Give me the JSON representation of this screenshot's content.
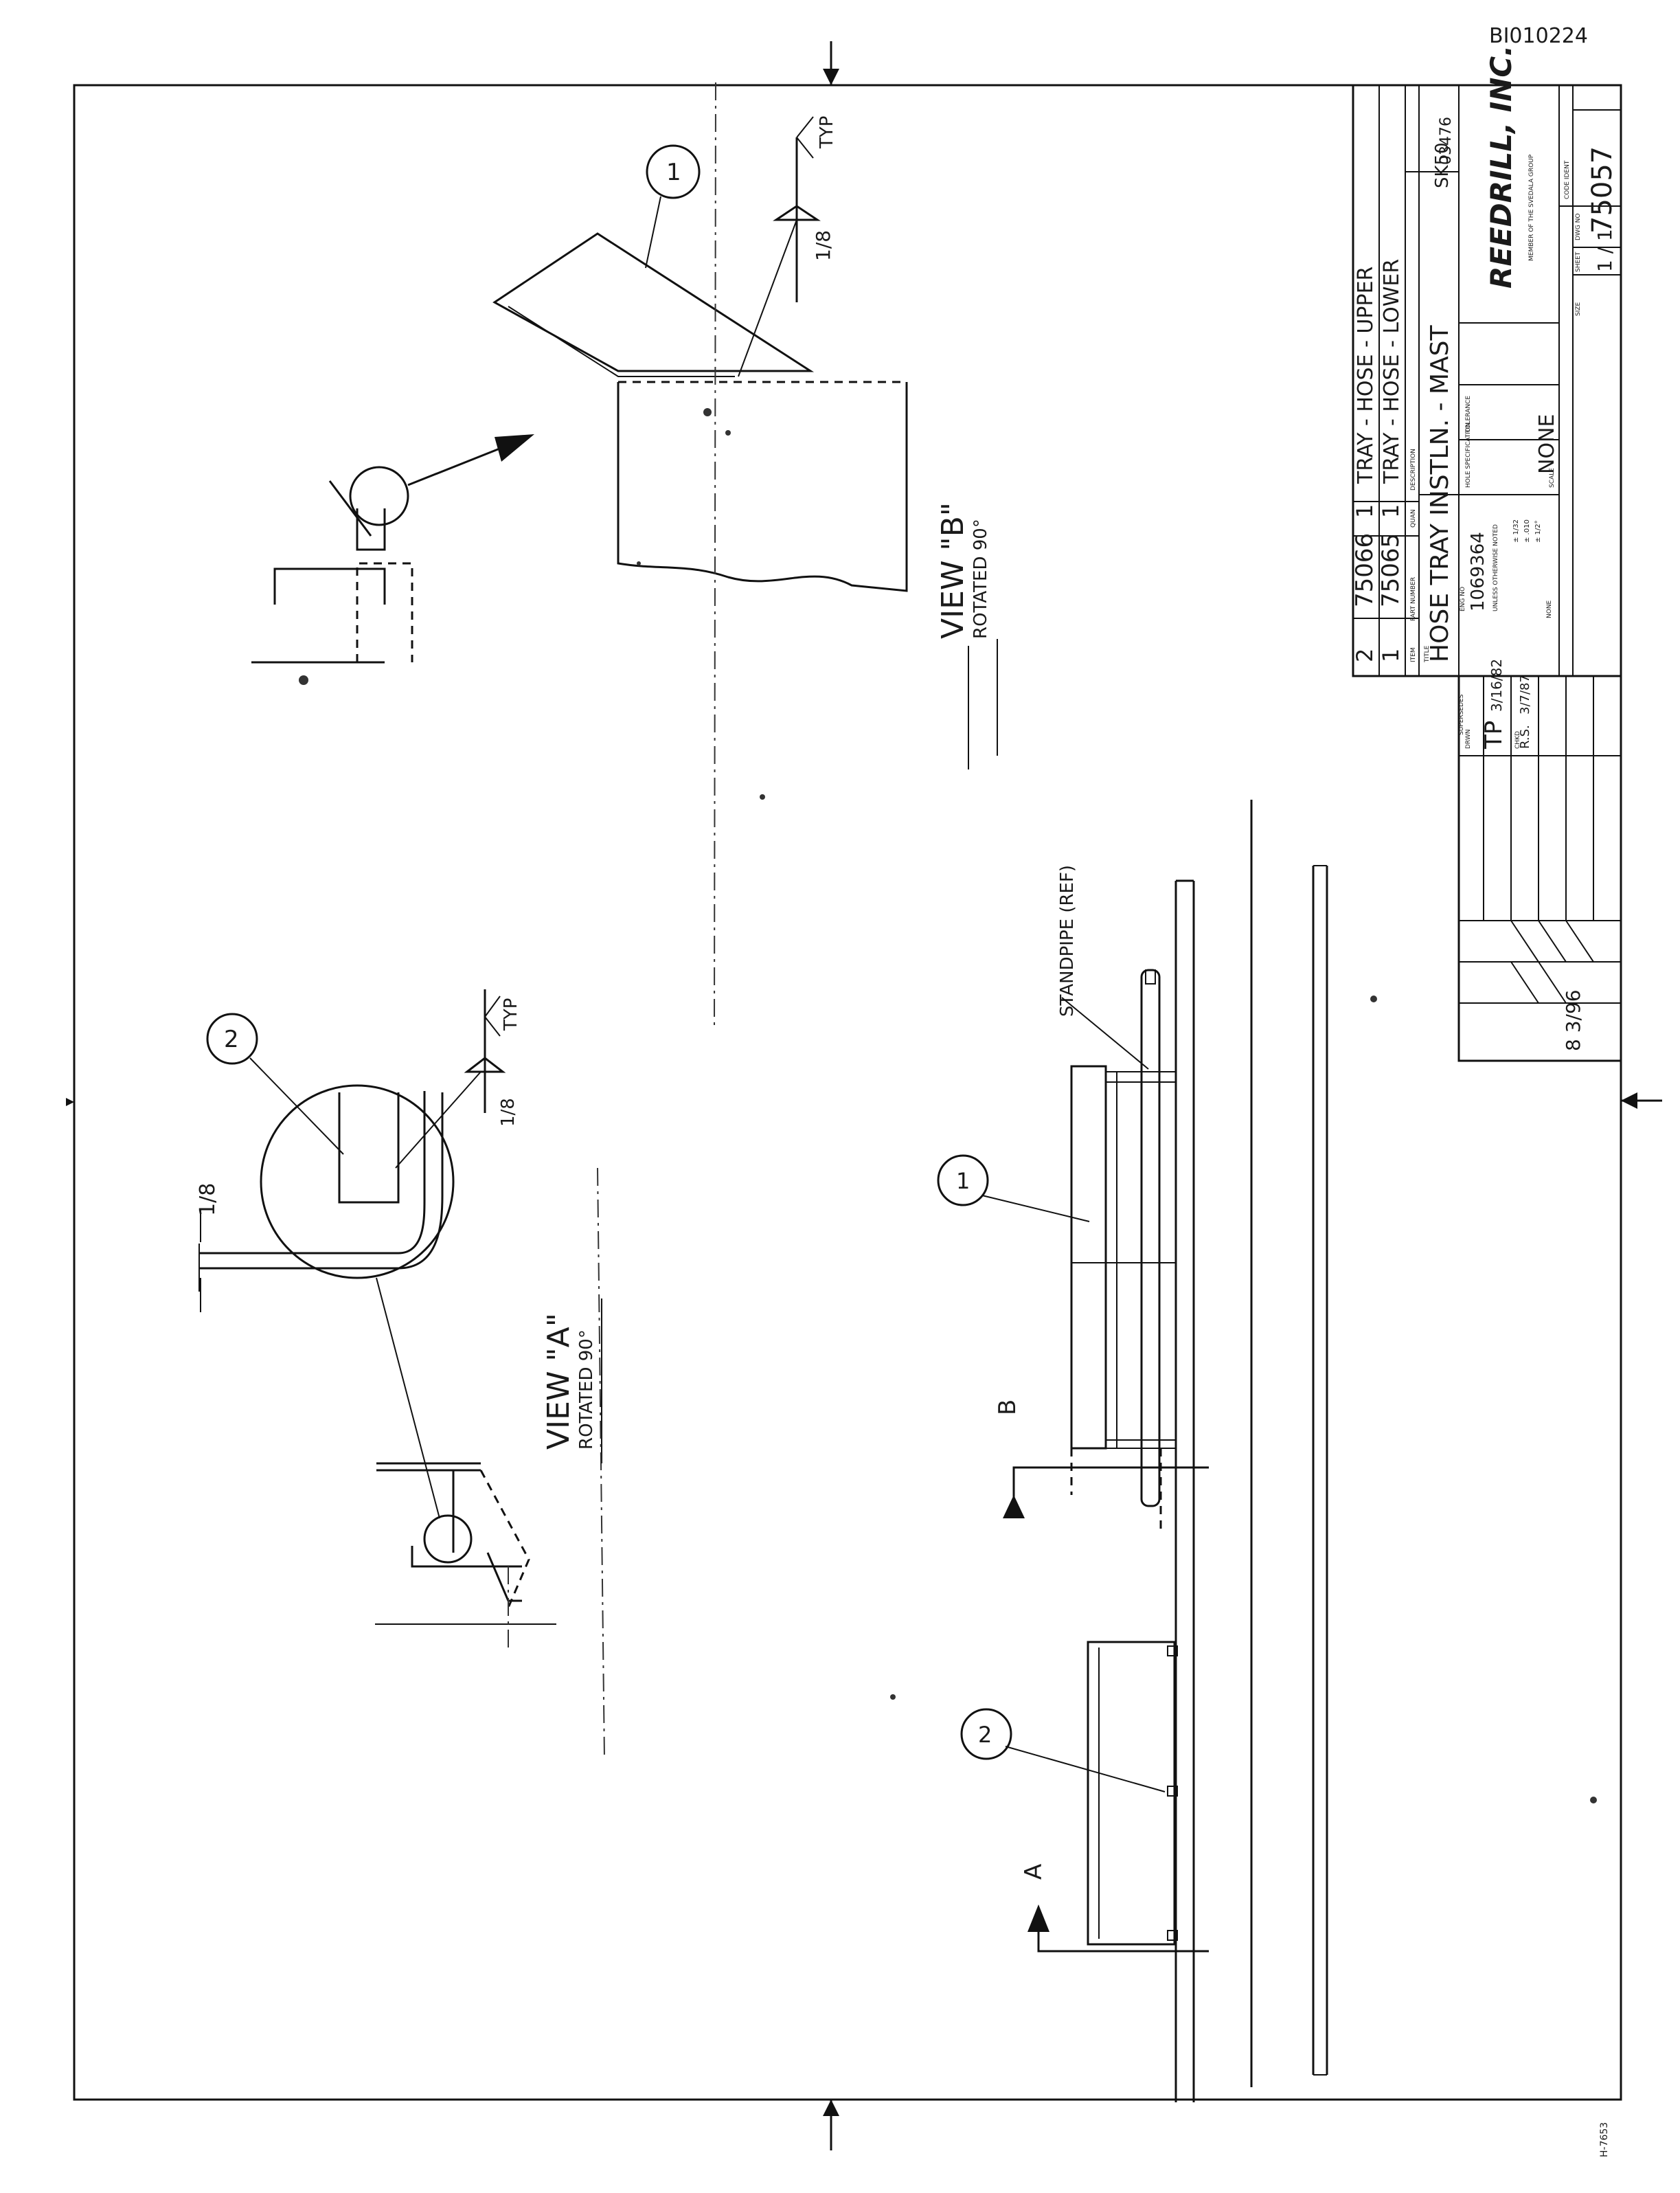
{
  "document_id": "BI010224",
  "title_block": {
    "parts_list": [
      {
        "item": "2",
        "part_number": "75066",
        "qty": "1",
        "description": "TRAY - HOSE - UPPER"
      },
      {
        "item": "1",
        "part_number": "75065",
        "qty": "1",
        "description": "TRAY - HOSE - LOWER"
      }
    ],
    "parts_headers": {
      "item": "ITEM",
      "part_number": "PART NUMBER",
      "qty": "QUAN",
      "description": "DESCRIPTION"
    },
    "title_label": "TITLE",
    "title": "HOSE TRAY INSTLN. - MAST",
    "sk_number": "SK50",
    "code_ident_label": "CODE IDENT",
    "code_ident": "03476",
    "company_name": "REEDRILL, INC.",
    "company_subtitle": "MEMBER OF THE SVEDALA GROUP",
    "dwg_no_label": "DWG NO",
    "dwg_no": "75057",
    "sheet_label": "SHEET",
    "sheet": "1 / 1",
    "size_label": "SIZE",
    "scale_label": "SCALE",
    "scale": "NONE",
    "drawn_label": "DRWN",
    "drawn_by": "TP",
    "drawn_date": "3/16/82",
    "checked_label": "CHKD",
    "checked_by": "R.S.",
    "checked_date": "3/7/87",
    "eng_no_label": "ENG NO",
    "eng_no": "1069364",
    "revision_date": "8 3/96",
    "supersedes_label": "SUPERSEDES",
    "unless_noted": "UNLESS OTHERWISE NOTED",
    "tolerance_label": "TOLERANCE",
    "holes_label": "HOLE SPECIFICATION",
    "fractions": "± 1/32",
    "decimals": "± .010",
    "angles": "± 1/2°",
    "fractional_ref": "NONE"
  },
  "views": {
    "view_a": {
      "label": "VIEW \"A\"",
      "sub": "ROTATED 90°"
    },
    "view_b": {
      "label": "VIEW \"B\"",
      "sub": "ROTATED 90°"
    }
  },
  "callouts": {
    "item_1": "1",
    "item_2": "2",
    "weld_size": "1/8",
    "weld_type": "TYP",
    "dim_label": "1/8",
    "standpipe": "STANDPIPE (REF)",
    "section_a": "A",
    "section_b": "B"
  },
  "footer_code": "H-7653"
}
